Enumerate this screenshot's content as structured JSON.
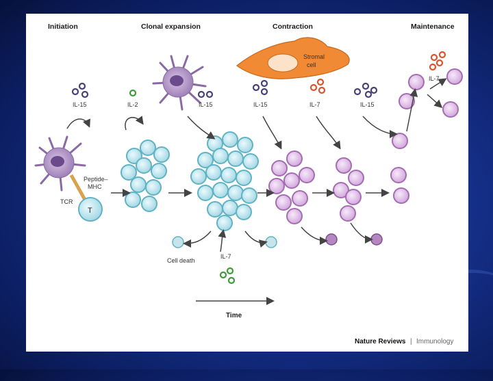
{
  "stages": {
    "initiation": "Initiation",
    "clonal_expansion": "Clonal expansion",
    "contraction": "Contraction",
    "maintenance": "Maintenance"
  },
  "labels": {
    "il15_a": "IL-15",
    "il2": "IL-2",
    "il15_b": "IL-15",
    "il15_c": "IL-15",
    "il7_a": "IL-7",
    "il15_d": "IL-15",
    "il7_b": "IL-7",
    "il7_c": "IL-7",
    "peptide": "Peptide–",
    "mhc": "MHC",
    "tcr": "TCR",
    "t_cell": "T",
    "stromal_1": "Stromal",
    "stromal_2": "cell",
    "cell_death": "Cell death",
    "time": "Time"
  },
  "credit": {
    "journal": "Nature Reviews",
    "separator": "|",
    "section": "Immunology"
  },
  "colors": {
    "naive_cell": "#bfe6ee",
    "naive_border": "#5fb3c4",
    "effector_cell": "#e4c4ea",
    "effector_border": "#a36db0",
    "dendritic": "#b89cc9",
    "stromal": "#f08a34",
    "il15": "#4a3f7a",
    "il7": "#d8552f",
    "il2": "#3f9b3a"
  }
}
